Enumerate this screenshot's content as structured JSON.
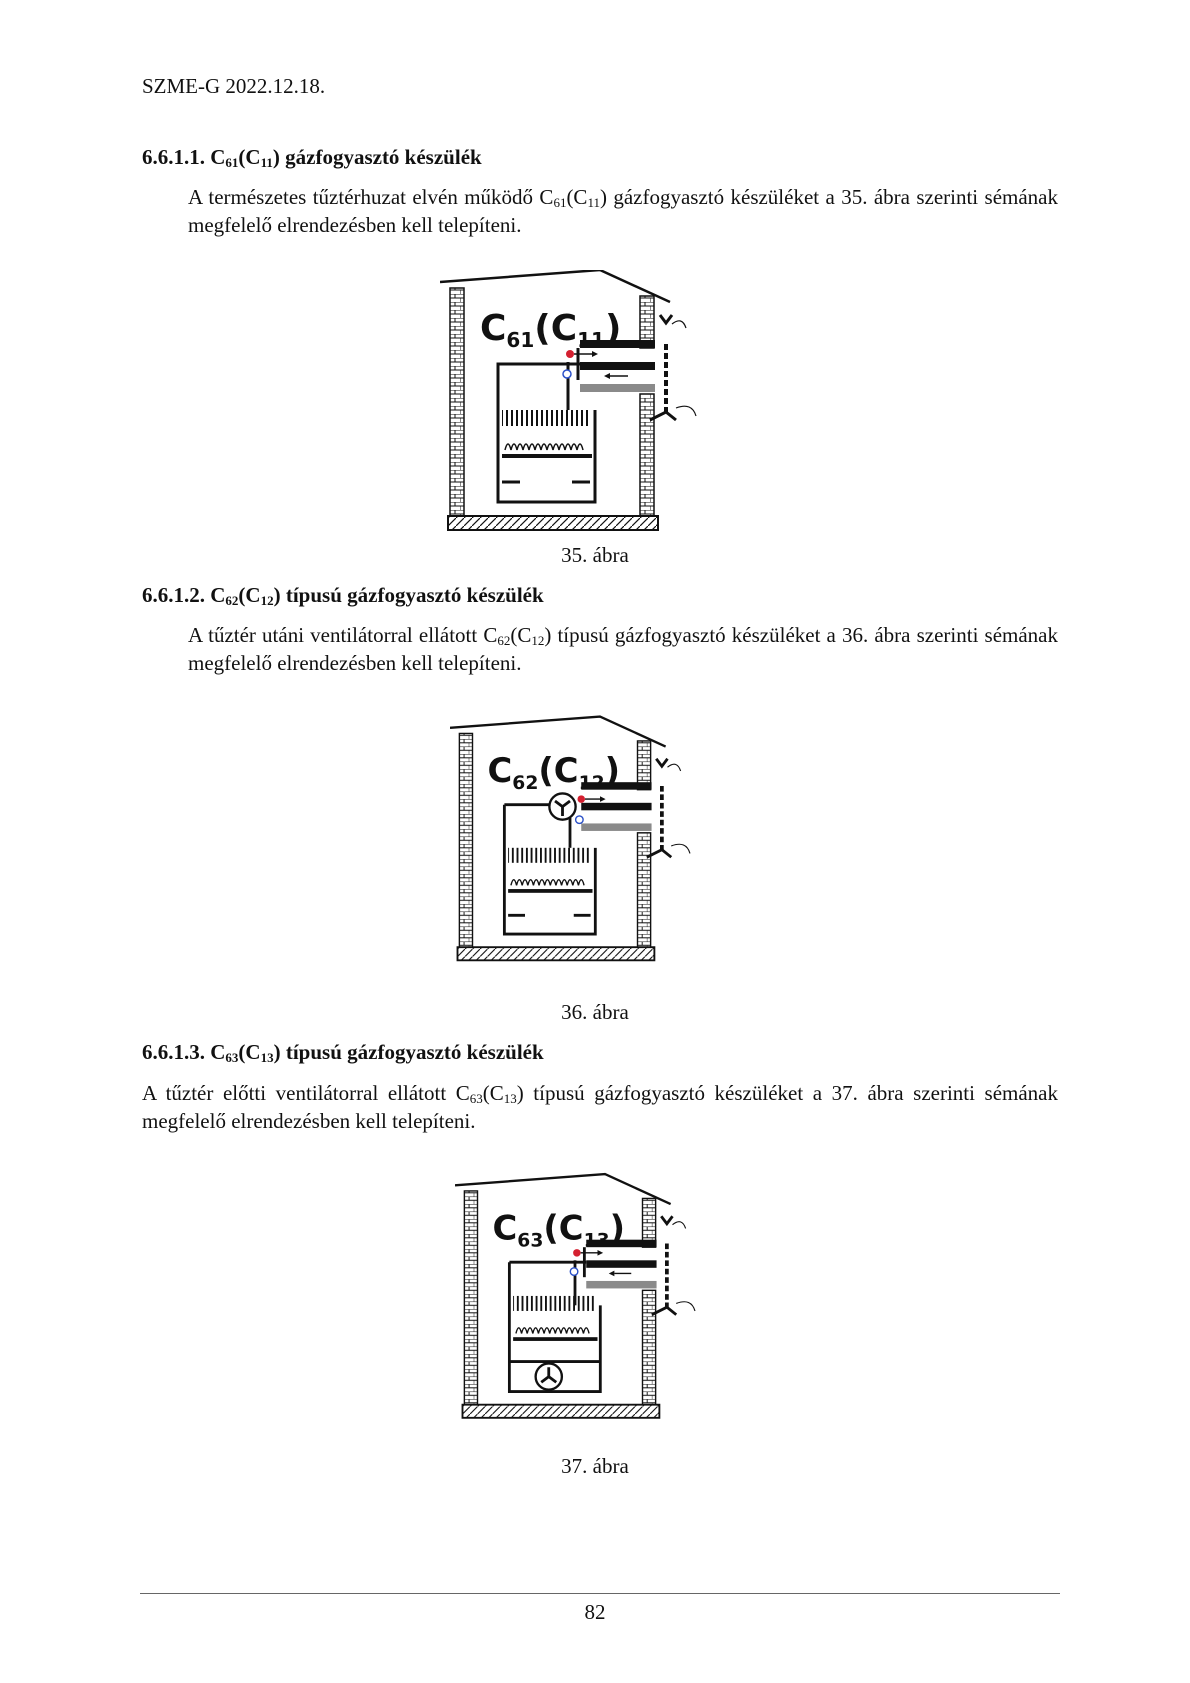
{
  "header": {
    "text": "SZME-G 2022.12.18."
  },
  "sections": [
    {
      "number": "6.6.1.1.",
      "heading": {
        "pre": "C",
        "sub1": "61",
        "mid": "(C",
        "sub2": "11",
        "post": ") gázfogyasztó készülék"
      },
      "paragraph": {
        "pre": "A természetes tűztérhuzat elvén működő C",
        "sub1": "61",
        "mid": "(C",
        "sub2": "11",
        "post": ") gázfogyasztó készüléket a 35. ábra szerinti sémának megfelelő elrendezésben kell telepíteni."
      },
      "figure": {
        "label_main": "C",
        "label_sub": "61",
        "label_paren": "(C",
        "label_sub2": "11",
        "label_close": ")",
        "caption": "35. ábra"
      }
    },
    {
      "number": "6.6.1.2.",
      "heading": {
        "pre": "C",
        "sub1": "62",
        "mid": "(C",
        "sub2": "12",
        "post": ") típusú gázfogyasztó készülék"
      },
      "paragraph": {
        "pre": "A tűztér utáni ventilátorral ellátott C",
        "sub1": "62",
        "mid": "(C",
        "sub2": "12",
        "post": ") típusú gázfogyasztó készüléket a 36. ábra szerinti sémának megfelelő elrendezésben kell telepíteni."
      },
      "figure": {
        "label_main": "C",
        "label_sub": "62",
        "label_paren": "(C",
        "label_sub2": "12",
        "label_close": ")",
        "caption": "36. ábra"
      }
    },
    {
      "number": "6.6.1.3.",
      "heading": {
        "pre": "C",
        "sub1": "63",
        "mid": "(C",
        "sub2": "13",
        "post": ") típusú gázfogyasztó készülék"
      },
      "paragraph": {
        "pre": "A tűztér előtti ventilátorral ellátott C",
        "sub1": "63",
        "mid": "(C",
        "sub2": "13",
        "post": ") típusú gázfogyasztó készüléket a 37. ábra szerinti sémának megfelelő elrendezésben kell telepíteni."
      },
      "figure": {
        "label_main": "C",
        "label_sub": "63",
        "label_paren": "(C",
        "label_sub2": "13",
        "label_close": ")",
        "caption": "37. ábra"
      }
    }
  ],
  "footer": {
    "page_number": "82"
  },
  "colors": {
    "text": "#111111",
    "inlet_dot": "#d42030",
    "outlet_dot": "#2a50c8",
    "pipe_gray": "#8a8a8a",
    "rule": "#666666"
  }
}
